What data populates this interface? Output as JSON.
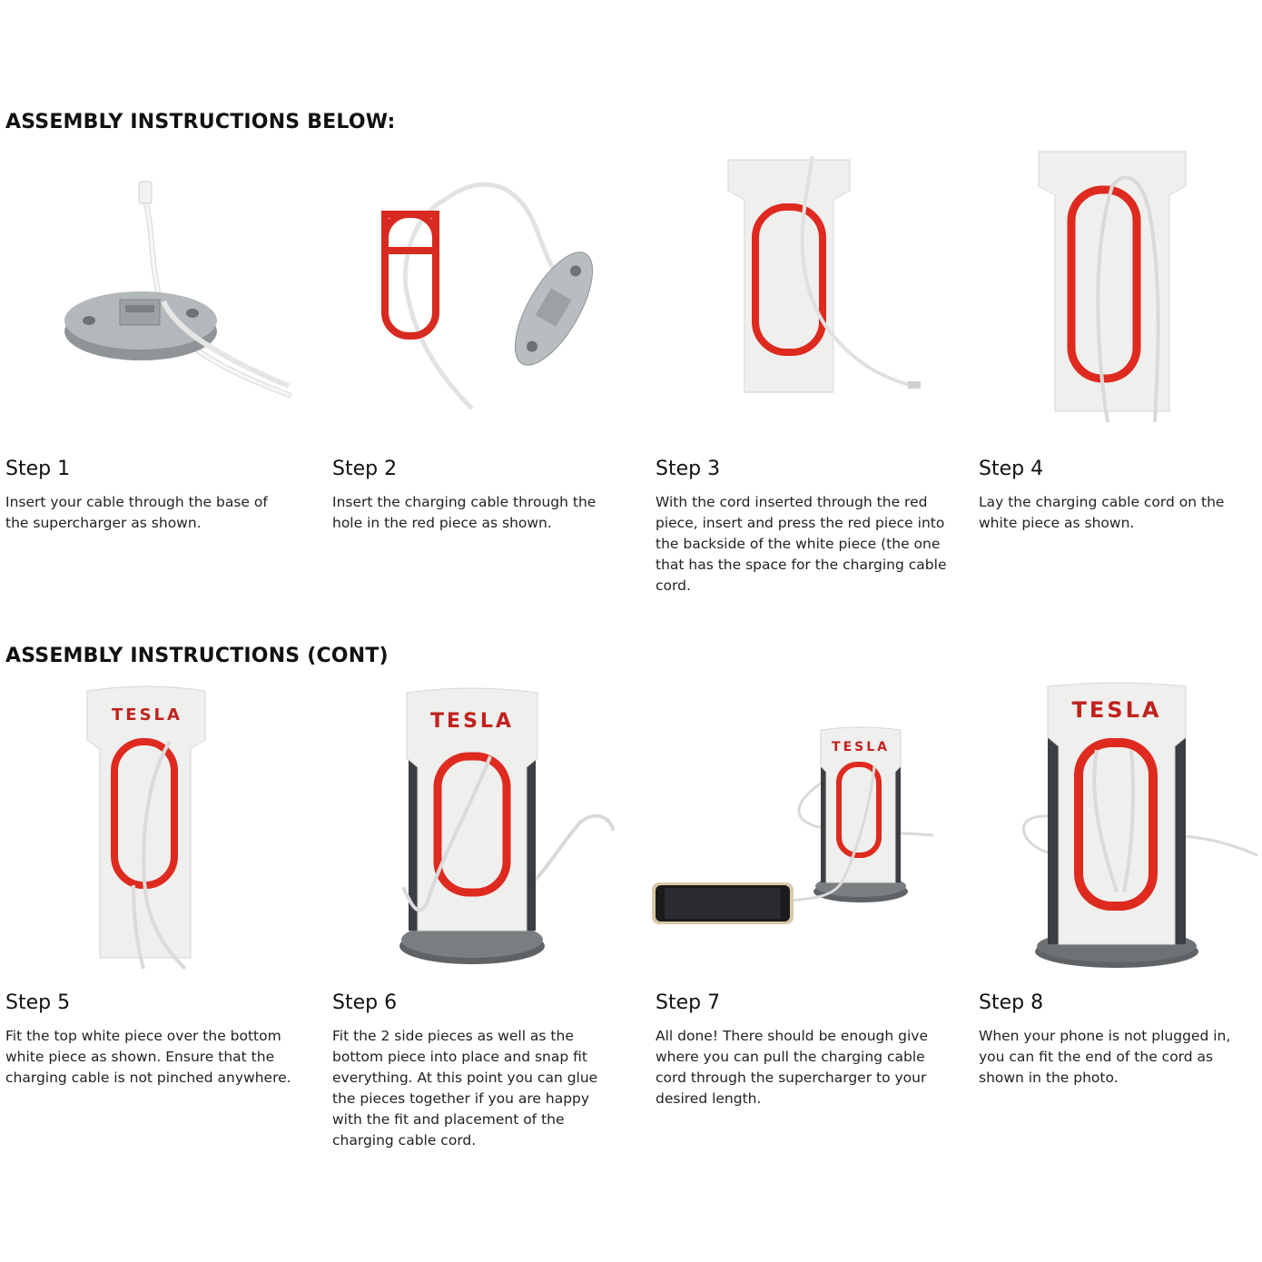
{
  "sections": [
    {
      "title": "ASSEMBLY INSTRUCTIONS BELOW:"
    },
    {
      "title": "ASSEMBLY INSTRUCTIONS (CONT)"
    }
  ],
  "logo_text": "TESLA",
  "colors": {
    "red": "#e0281e",
    "white_piece": "#eeeeec",
    "grey_base": "#a9aeb0",
    "dark_side": "#3b3e42",
    "cable": "#f4f4f4"
  },
  "steps": [
    {
      "title": "Step 1",
      "description": "Insert your cable through the base of the supercharger as shown."
    },
    {
      "title": "Step 2",
      "description": "Insert the charging cable through the hole in the red piece as shown."
    },
    {
      "title": "Step 3",
      "description": "With the cord inserted through the red piece, insert and press the red piece into the backside of the white piece (the one that has the space for the charging cable cord."
    },
    {
      "title": "Step 4",
      "description": "Lay the charging cable cord on the white piece as shown."
    },
    {
      "title": "Step 5",
      "description": "Fit the top white piece over the bottom white piece as shown. Ensure that the charging cable is not pinched anywhere."
    },
    {
      "title": "Step 6",
      "description": "Fit the 2 side pieces as well as the bottom piece into place and snap fit everything. At this point you can glue the pieces together if you are happy with the fit and placement of the charging cable cord."
    },
    {
      "title": "Step 7",
      "description": "All done! There should be enough give where you can pull the charging cable cord through the supercharger to your desired length."
    },
    {
      "title": "Step 8",
      "description": "When your phone is not plugged in, you can fit the end of the cord as shown in the photo."
    }
  ]
}
